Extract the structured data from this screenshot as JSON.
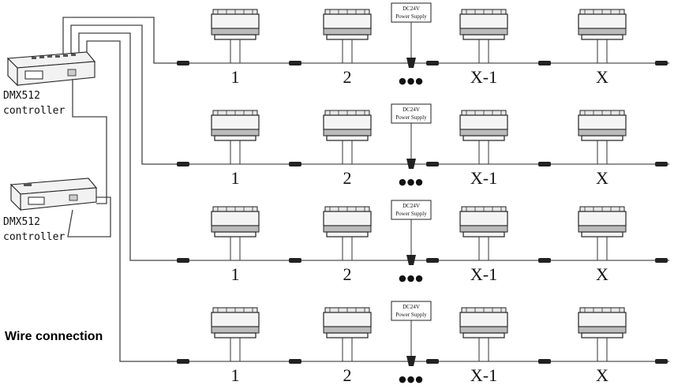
{
  "controllers": [
    {
      "label_line1": "DMX512",
      "label_line2": "controller"
    },
    {
      "label_line1": "DMX512",
      "label_line2": "controller"
    }
  ],
  "power_supply": {
    "line1": "DC24V",
    "line2": "Power Supply"
  },
  "fixture_labels": [
    "1",
    "2",
    "X-1",
    "X"
  ],
  "ellipsis": "●●●",
  "caption": "Wire connection"
}
